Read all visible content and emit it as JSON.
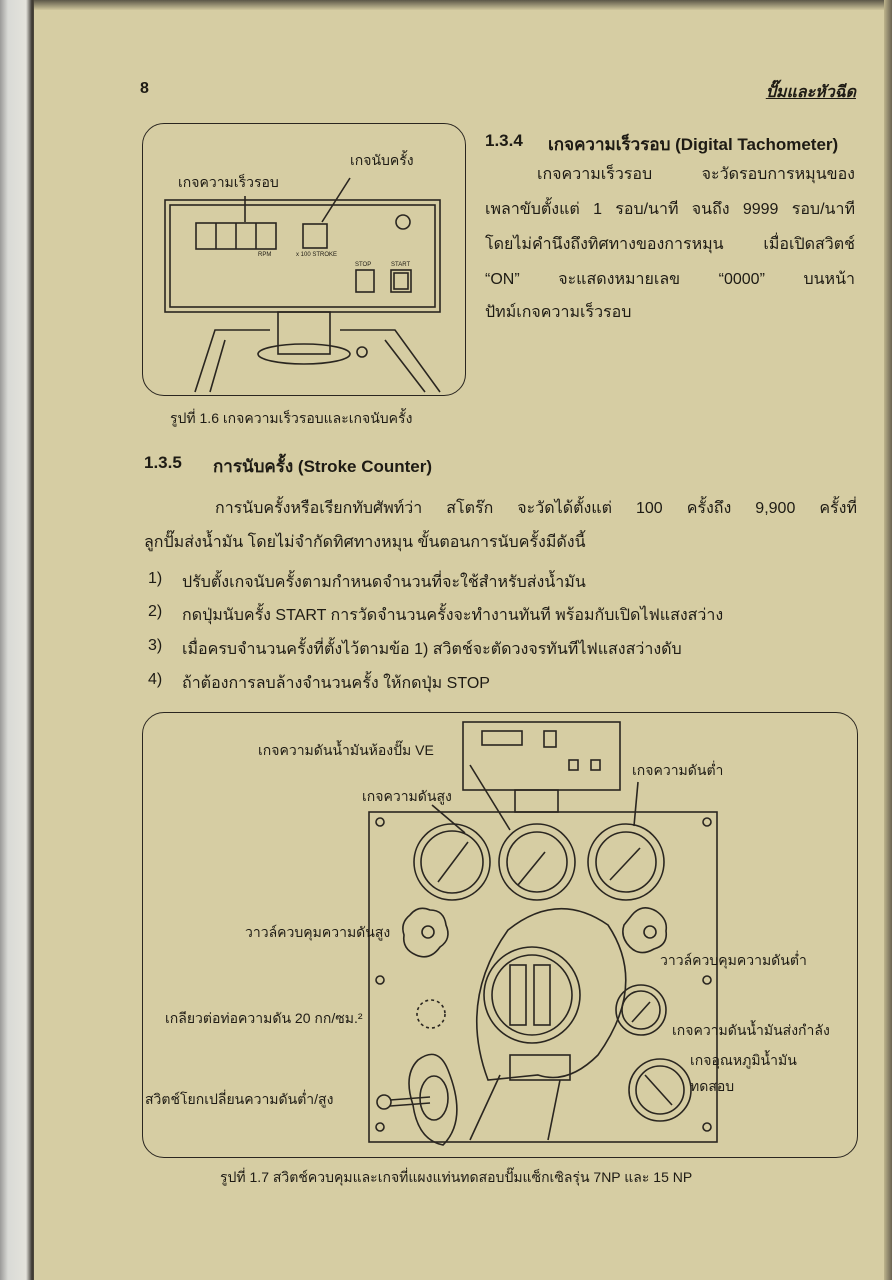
{
  "header": {
    "page_number": "8",
    "running_title": "ปั๊มและหัวฉีด"
  },
  "figure_1_6": {
    "labels": {
      "tachometer": "เกจความเร็วรอบ",
      "counter": "เกจนับครั้ง",
      "rpm": "RPM",
      "stroke": "x 100 STROKE",
      "stop": "STOP",
      "start": "START"
    },
    "caption": "รูปที่ 1.6 เกจความเร็วรอบและเกจนับครั้ง"
  },
  "section_1_3_4": {
    "number": "1.3.4",
    "title": "เกจความเร็วรอบ (Digital Tachometer)",
    "lines": [
      "เกจความเร็วรอบ จะวัดรอบการหมุนของ",
      "เพลาขับตั้งแต่ 1 รอบ/นาที จนถึง 9999 รอบ/นาที",
      "โดยไม่คำนึงถึงทิศทางของการหมุน เมื่อเปิดสวิตช์",
      "“ON” จะแสดงหมายเลข “0000” บนหน้า",
      "ปัทม์เกจความเร็วรอบ"
    ]
  },
  "section_1_3_5": {
    "number": "1.3.5",
    "title": "การนับครั้ง (Stroke Counter)",
    "lines": [
      "การนับครั้งหรือเรียกทับศัพท์ว่า สโตร๊ก จะวัดได้ตั้งแต่ 100 ครั้งถึง 9,900 ครั้งที่",
      "ลูกปั๊มส่งน้ำมัน โดยไม่จำกัดทิศทางหมุน ขั้นตอนการนับครั้งมีดังนี้"
    ],
    "steps": [
      {
        "n": "1)",
        "text": "ปรับตั้งเกจนับครั้งตามกำหนดจำนวนที่จะใช้สำหรับส่งน้ำมัน"
      },
      {
        "n": "2)",
        "text": "กดปุ่มนับครั้ง START การวัดจำนวนครั้งจะทำงานทันที พร้อมกับเปิดไฟแสงสว่าง"
      },
      {
        "n": "3)",
        "text": "เมื่อครบจำนวนครั้งที่ตั้งไว้ตามข้อ 1) สวิตช์จะตัดวงจรทันทีไฟแสงสว่างดับ"
      },
      {
        "n": "4)",
        "text": "ถ้าต้องการลบล้างจำนวนครั้ง ให้กดปุ่ม STOP"
      }
    ]
  },
  "figure_1_7": {
    "labels": {
      "ve_pressure": "เกจความดันน้ำมันห้องปั๊ม VE",
      "low_pressure": "เกจความดันต่ำ",
      "high_pressure": "เกจความดันสูง",
      "high_valve": "วาวล์ควบคุมความดันสูง",
      "low_valve": "วาวล์ควบคุมความดันต่ำ",
      "thread": "เกลียวต่อท่อความดัน 20 กก/ซม.²",
      "feed_pressure": "เกจความดันน้ำมันส่งกำลัง",
      "temp_1": "เกจอุณหภูมิน้ำมัน",
      "temp_2": "ทดสอบ",
      "switch": "สวิตช์โยกเปลี่ยนความดันต่ำ/สูง"
    },
    "caption": "รูปที่ 1.7 สวิตช์ควบคุมและเกจที่แผงแท่นทดสอบปั๊มแซ็กเซิลรุ่น 7NP และ 15 NP"
  }
}
